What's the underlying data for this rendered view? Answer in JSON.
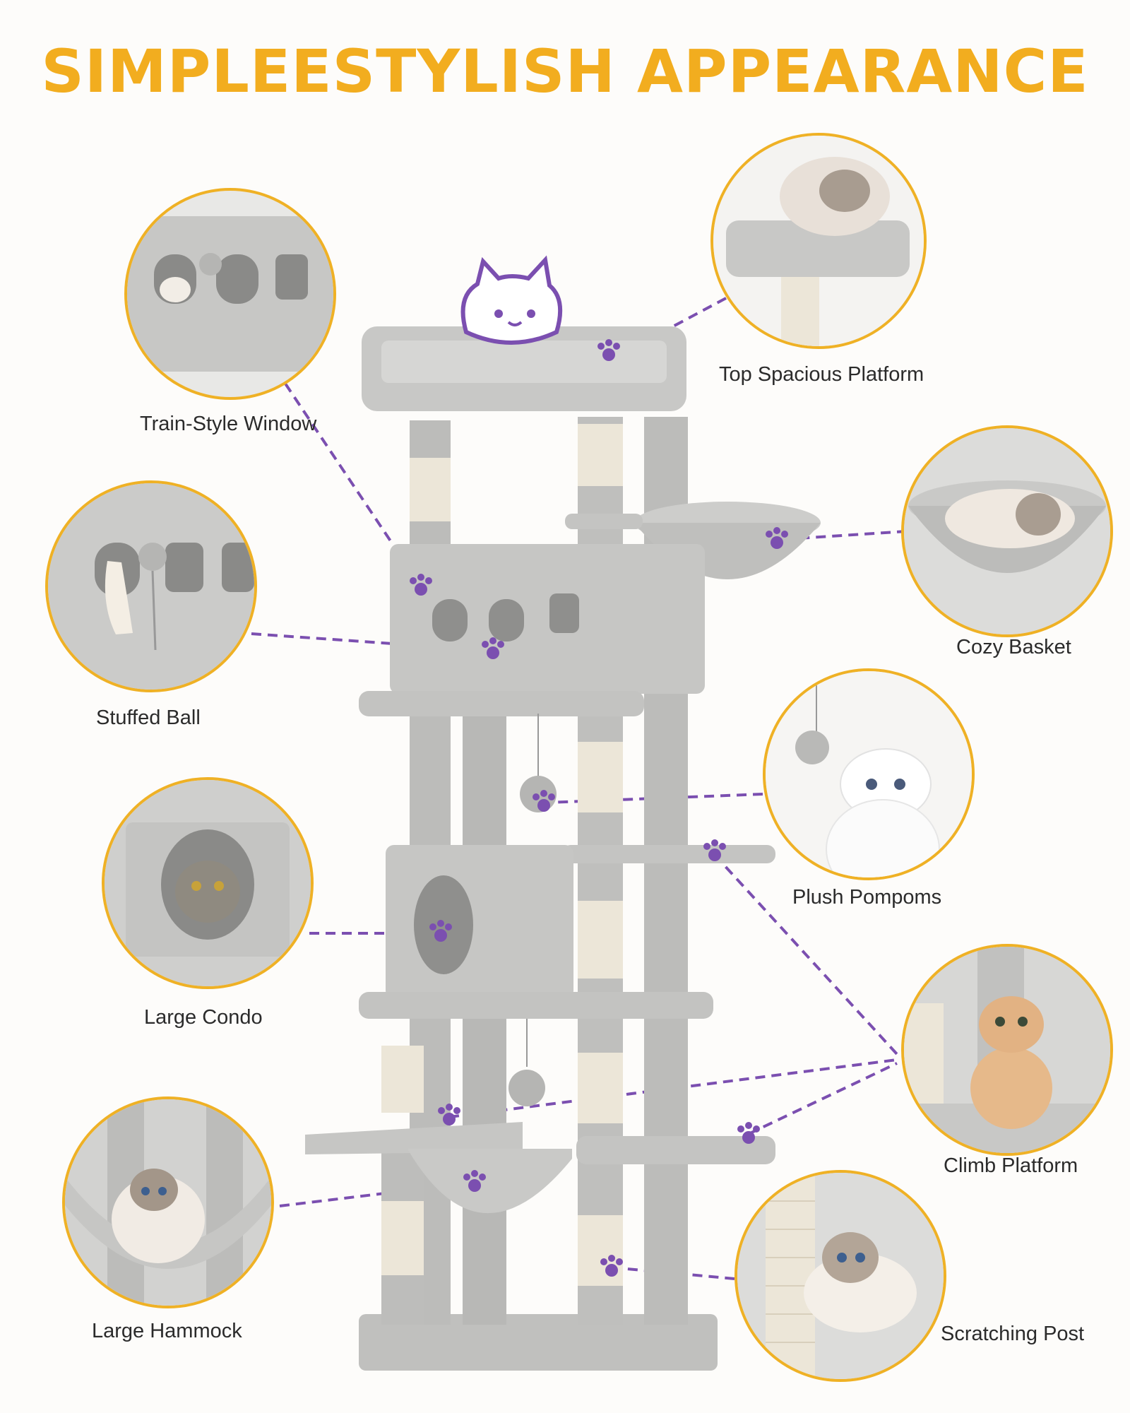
{
  "title": "SIMPLEESTYLISH APPEARANCE",
  "colors": {
    "title": "#f2ad1f",
    "circle_border": "#efb125",
    "accent_purple": "#7b4fb0",
    "tree_gray": "#c4c4c2",
    "sisal": "#ece6d8"
  },
  "features": {
    "train_window": {
      "label": "Train-Style Window",
      "icon": "train-window-icon"
    },
    "top_platform": {
      "label": "Top Spacious Platform",
      "icon": "top-platform-icon"
    },
    "cozy_basket": {
      "label": "Cozy Basket",
      "icon": "basket-icon"
    },
    "stuffed_ball": {
      "label": "Stuffed Ball",
      "icon": "ball-icon"
    },
    "plush_pompoms": {
      "label": "Plush Pompoms",
      "icon": "pompom-icon"
    },
    "large_condo": {
      "label": "Large Condo",
      "icon": "condo-icon"
    },
    "climb_platform": {
      "label": "Climb Platform",
      "icon": "platform-icon"
    },
    "large_hammock": {
      "label": "Large Hammock",
      "icon": "hammock-icon"
    },
    "scratching_post": {
      "label": "Scratching Post",
      "icon": "scratching-post-icon"
    }
  }
}
